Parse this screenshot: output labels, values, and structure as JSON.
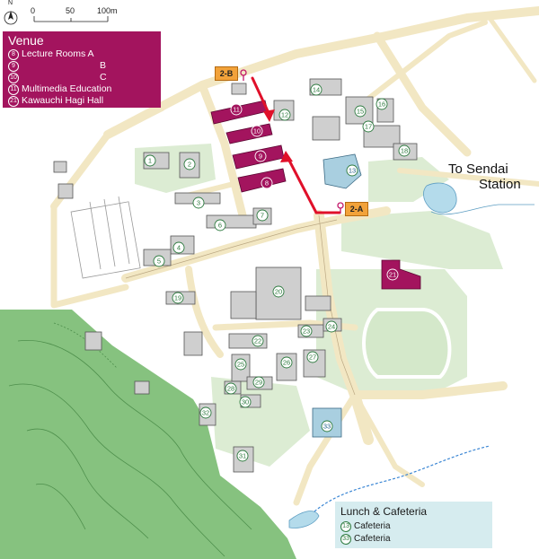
{
  "scale": {
    "labels": [
      "0",
      "50",
      "100m"
    ]
  },
  "compass": {
    "label": "N"
  },
  "venue": {
    "title": "Venue",
    "rows": [
      {
        "num": "8",
        "text": "Lecture Rooms A"
      },
      {
        "num": "9",
        "text": "B"
      },
      {
        "num": "10",
        "text": "C"
      },
      {
        "num": "11",
        "text": "Multimedia Education"
      },
      {
        "num": "21",
        "text": "Kawauchi Hagi Hall"
      }
    ]
  },
  "lunch": {
    "title": "Lunch & Cafeteria",
    "rows": [
      {
        "num": "13",
        "text": "Cafeteria"
      },
      {
        "num": "33",
        "text": "Cafeteria"
      }
    ]
  },
  "entrances": {
    "a": "2-A",
    "b": "2-B"
  },
  "destination": {
    "line1": "To Sendai",
    "line2": "Station"
  },
  "buildings": [
    {
      "num": "1"
    },
    {
      "num": "2"
    },
    {
      "num": "3"
    },
    {
      "num": "4"
    },
    {
      "num": "5"
    },
    {
      "num": "6"
    },
    {
      "num": "7"
    },
    {
      "num": "8"
    },
    {
      "num": "9"
    },
    {
      "num": "10"
    },
    {
      "num": "11"
    },
    {
      "num": "12"
    },
    {
      "num": "13"
    },
    {
      "num": "14"
    },
    {
      "num": "15"
    },
    {
      "num": "16"
    },
    {
      "num": "17"
    },
    {
      "num": "18"
    },
    {
      "num": "19"
    },
    {
      "num": "20"
    },
    {
      "num": "21"
    },
    {
      "num": "22"
    },
    {
      "num": "23"
    },
    {
      "num": "24"
    },
    {
      "num": "25"
    },
    {
      "num": "26"
    },
    {
      "num": "27"
    },
    {
      "num": "28"
    },
    {
      "num": "29"
    },
    {
      "num": "30"
    },
    {
      "num": "31"
    },
    {
      "num": "32"
    },
    {
      "num": "33"
    }
  ],
  "colors": {
    "venue": "#a3145e",
    "cafeteria": "#a9cfe0",
    "building": "#c8c8c8",
    "road": "#f3e8c4",
    "green": "#cde5c2",
    "forest": "#7fbf7a",
    "route": "#e0102a",
    "water": "#b5dcec"
  }
}
